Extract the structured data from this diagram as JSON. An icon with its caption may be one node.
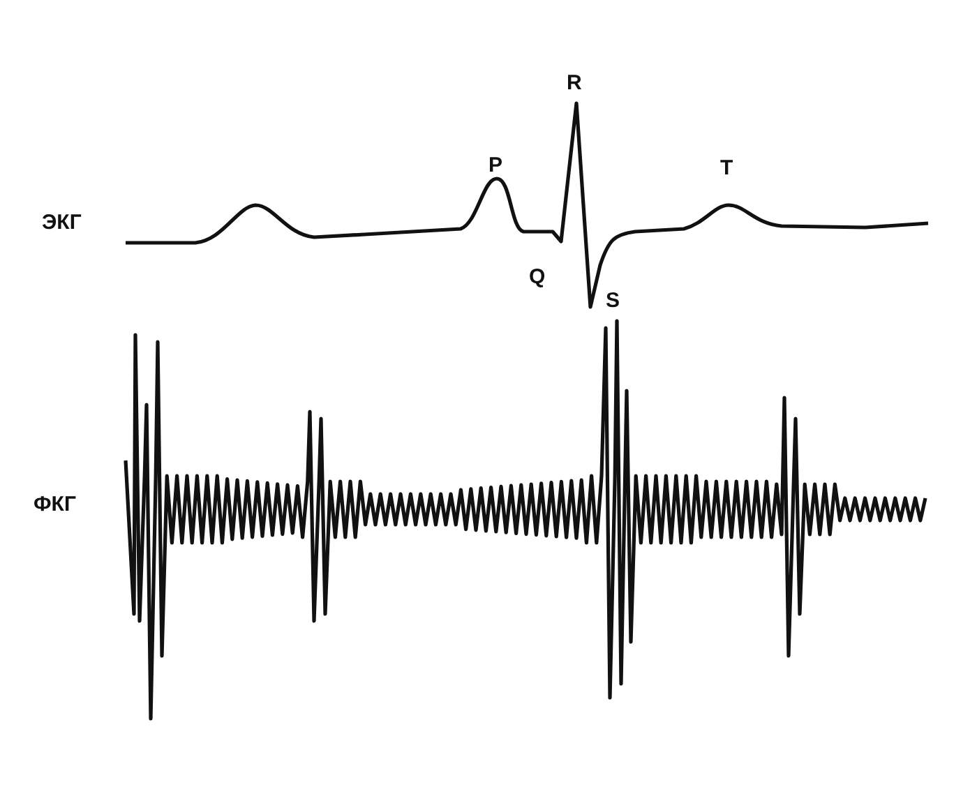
{
  "diagram": {
    "labels": [
      "R",
      "P",
      "T",
      "ЭКГ",
      "Q",
      "S",
      "ФКГ"
    ]
  }
}
